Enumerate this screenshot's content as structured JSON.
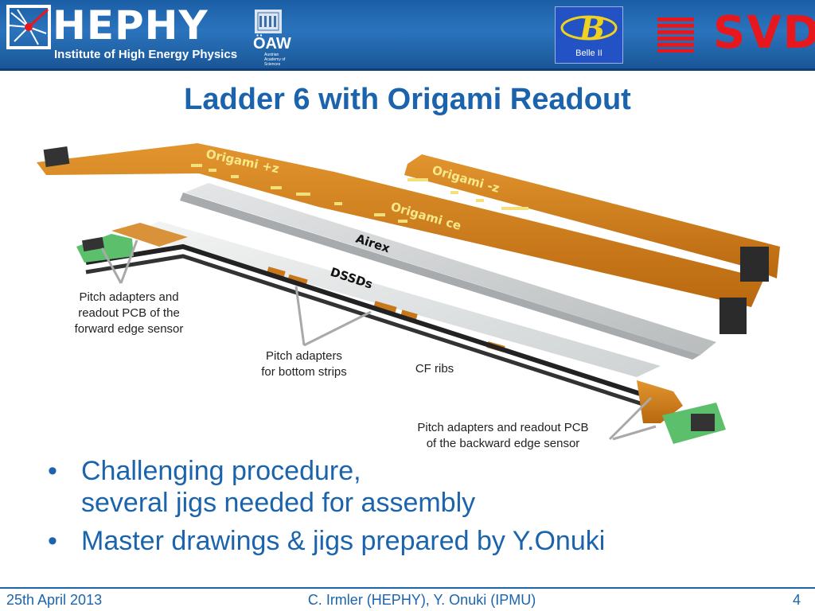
{
  "header": {
    "logo_text": "HEPHY",
    "logo_subtitle": "Institute of High Energy Physics",
    "oaw_text": "ÖAW",
    "oaw_subtitle": "Austrian Academy of Sciences",
    "belle_label": "Belle II",
    "svd_text": "SVD"
  },
  "title": "Ladder 6 with Origami Readout",
  "figure": {
    "layer_labels": {
      "origami_pz": "Origami +z",
      "origami_mz": "Origami -z",
      "origami_ce": "Origami ce",
      "airex": "Airex",
      "dssds": "DSSDs"
    },
    "callouts": {
      "forward": [
        "Pitch adapters and",
        "readout PCB of the",
        "forward edge sensor"
      ],
      "bottom": [
        "Pitch adapters",
        "for bottom strips"
      ],
      "cf_ribs": "CF ribs",
      "backward": [
        "Pitch adapters and readout PCB",
        "of the backward edge sensor"
      ]
    }
  },
  "bullets": [
    [
      "Challenging procedure,",
      "several jigs needed for assembly"
    ],
    [
      "Master drawings & jigs prepared by Y.Onuki"
    ]
  ],
  "footer": {
    "date": "25th April 2013",
    "authors": "C. Irmler (HEPHY), Y. Onuki (IPMU)",
    "page": "4"
  },
  "colors": {
    "header_blue": "#1b5ea6",
    "title_blue": "#1b64ad",
    "kapton_orange": "#c8781a",
    "svd_red": "#e7181d"
  }
}
